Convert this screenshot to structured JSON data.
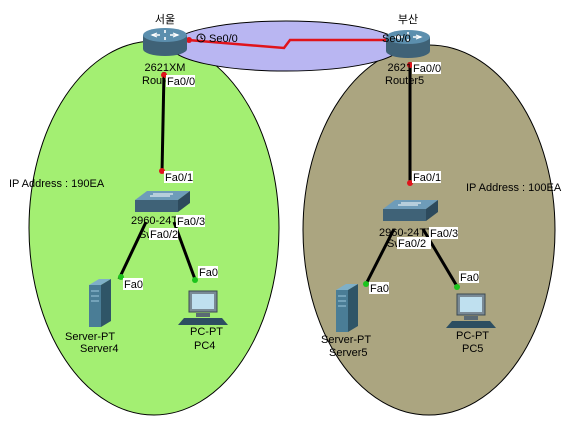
{
  "colors": {
    "left_zone": "#a3ef72",
    "right_zone": "#aba580",
    "wan_zone": "#b9b6f2",
    "serial_link": "#e0141b",
    "ethernet_link": "#000000",
    "port_up": "#1cc41c",
    "port_down": "#e0141b"
  },
  "zones": {
    "left": {
      "label": "IP Address : 190EA"
    },
    "right": {
      "label": "IP Address : 100EA"
    }
  },
  "devices": {
    "seoul_router": {
      "city": "서울",
      "model": "2621XM",
      "name": "Router4",
      "icon": "router-icon"
    },
    "busan_router": {
      "city": "부산",
      "model": "2621XM",
      "name": "Router5",
      "icon": "router-icon"
    },
    "left_switch": {
      "model": "2960-24TT",
      "name": "Switch4",
      "icon": "switch-icon"
    },
    "right_switch": {
      "model": "2960-24TT",
      "name": "Switch5",
      "icon": "switch-icon"
    },
    "left_server": {
      "model": "Server-PT",
      "name": "Server4",
      "icon": "server-icon"
    },
    "right_server": {
      "model": "Server-PT",
      "name": "Server5",
      "icon": "server-icon"
    },
    "left_pc": {
      "model": "PC-PT",
      "name": "PC4",
      "icon": "pc-icon"
    },
    "right_pc": {
      "model": "PC-PT",
      "name": "PC5",
      "icon": "pc-icon"
    }
  },
  "ports": {
    "seoul_se": "Se0/0",
    "busan_se": "Se0/0",
    "seoul_fa_router": "Fa0/0",
    "seoul_fa_switch_up": "Fa0/1",
    "seoul_fa_switch_server": "Fa0/2",
    "seoul_fa_switch_pc": "Fa0/3",
    "left_server_port": "Fa0",
    "left_pc_port": "Fa0",
    "busan_fa_router": "Fa0/0",
    "busan_fa_switch_up": "Fa0/1",
    "busan_fa_switch_server": "Fa0/2",
    "busan_fa_switch_pc": "Fa0/3",
    "right_server_port": "Fa0",
    "right_pc_port": "Fa0"
  }
}
